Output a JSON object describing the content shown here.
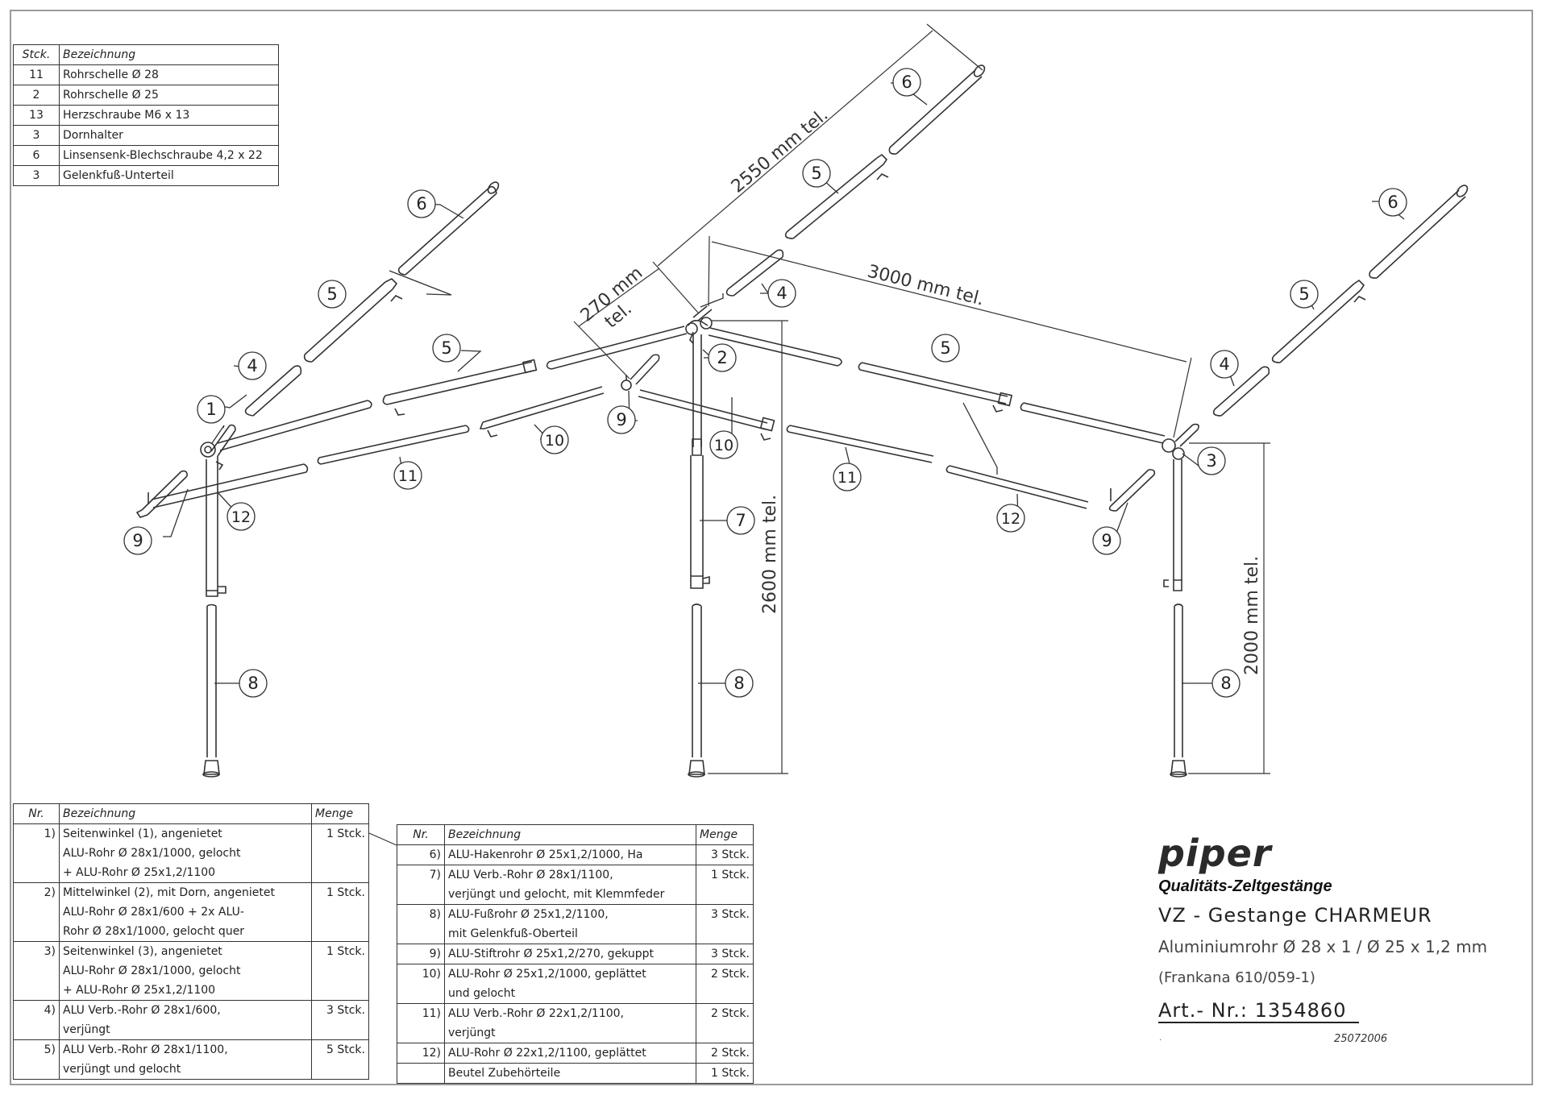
{
  "parts_table": {
    "headers": {
      "qty": "Stck.",
      "name": "Bezeichnung"
    },
    "rows": [
      {
        "qty": "11",
        "name": "Rohrschelle Ø 28"
      },
      {
        "qty": "2",
        "name": "Rohrschelle Ø 25"
      },
      {
        "qty": "13",
        "name": "Herzschraube M6 x 13"
      },
      {
        "qty": "3",
        "name": "Dornhalter"
      },
      {
        "qty": "6",
        "name": "Linsensenk-Blechschraube 4,2 x 22"
      },
      {
        "qty": "3",
        "name": "Gelenkfuß-Unterteil"
      }
    ]
  },
  "bom_left": {
    "headers": {
      "nr": "Nr.",
      "name": "Bezeichnung",
      "qty": "Menge"
    },
    "rows": [
      {
        "nr": "1)",
        "lines": [
          "Seitenwinkel (1), angenietet",
          "ALU-Rohr Ø 28x1/1000, gelocht",
          "+ ALU-Rohr Ø 25x1,2/1100"
        ],
        "qty": "1 Stck."
      },
      {
        "nr": "2)",
        "lines": [
          "Mittelwinkel (2), mit Dorn, angenietet",
          "ALU-Rohr Ø 28x1/600 + 2x ALU-",
          "Rohr Ø 28x1/1000, gelocht quer"
        ],
        "qty": "1 Stck."
      },
      {
        "nr": "3)",
        "lines": [
          "Seitenwinkel (3), angenietet",
          "ALU-Rohr Ø 28x1/1000, gelocht",
          "+ ALU-Rohr Ø 25x1,2/1100"
        ],
        "qty": "1 Stck."
      },
      {
        "nr": "4)",
        "lines": [
          "ALU Verb.-Rohr Ø 28x1/600,",
          "verjüngt"
        ],
        "qty": "3 Stck."
      },
      {
        "nr": "5)",
        "lines": [
          "ALU Verb.-Rohr Ø 28x1/1100,",
          "verjüngt und gelocht"
        ],
        "qty": "5 Stck."
      }
    ]
  },
  "bom_right": {
    "headers": {
      "nr": "Nr.",
      "name": "Bezeichnung",
      "qty": "Menge"
    },
    "rows": [
      {
        "nr": "6)",
        "lines": [
          "ALU-Hakenrohr Ø 25x1,2/1000, Ha"
        ],
        "qty": "3 Stck."
      },
      {
        "nr": "7)",
        "lines": [
          "ALU Verb.-Rohr Ø 28x1/1100,",
          "verjüngt und gelocht, mit Klemmfeder"
        ],
        "qty": "1 Stck."
      },
      {
        "nr": "8)",
        "lines": [
          "ALU-Fußrohr Ø 25x1,2/1100,",
          "mit Gelenkfuß-Oberteil"
        ],
        "qty": "3 Stck."
      },
      {
        "nr": "9)",
        "lines": [
          "ALU-Stiftrohr Ø 25x1,2/270, gekuppt"
        ],
        "qty": "3 Stck."
      },
      {
        "nr": "10)",
        "lines": [
          "ALU-Rohr Ø 25x1,2/1000, geplättet",
          "und gelocht"
        ],
        "qty": "2 Stck."
      },
      {
        "nr": "11)",
        "lines": [
          "ALU Verb.-Rohr Ø 22x1,2/1100,",
          "verjüngt"
        ],
        "qty": "2 Stck."
      },
      {
        "nr": "12)",
        "lines": [
          "ALU-Rohr Ø 22x1,2/1100, geplättet"
        ],
        "qty": "2 Stck."
      },
      {
        "nr": "",
        "lines": [
          "Beutel Zubehörteile"
        ],
        "qty": "1 Stck."
      }
    ]
  },
  "title_block": {
    "logo": "piper",
    "tagline": "Qualitäts-Zeltgestänge",
    "title": "VZ - Gestange CHARMEUR",
    "material": "Aluminiumrohr Ø 28 x 1 / Ø 25 x 1,2 mm",
    "reference": "(Frankana 610/059-1)",
    "article": "Art.- Nr.: 1354860",
    "date_code": "25072006",
    "dot": "."
  },
  "dimensions": {
    "d2550": "2550 mm tel.",
    "d270a": "270 mm",
    "d270b": "tel.",
    "d3000": "3000 mm tel.",
    "d2600": "2600 mm tel.",
    "d2000": "2000 mm tel."
  },
  "part_labels": {
    "l1": "1",
    "l2": "2",
    "l3": "3",
    "l4": "4",
    "l5": "5",
    "l6": "6",
    "l7": "7",
    "l8": "8",
    "l9": "9",
    "l10": "10",
    "l11": "11",
    "l12": "12"
  }
}
